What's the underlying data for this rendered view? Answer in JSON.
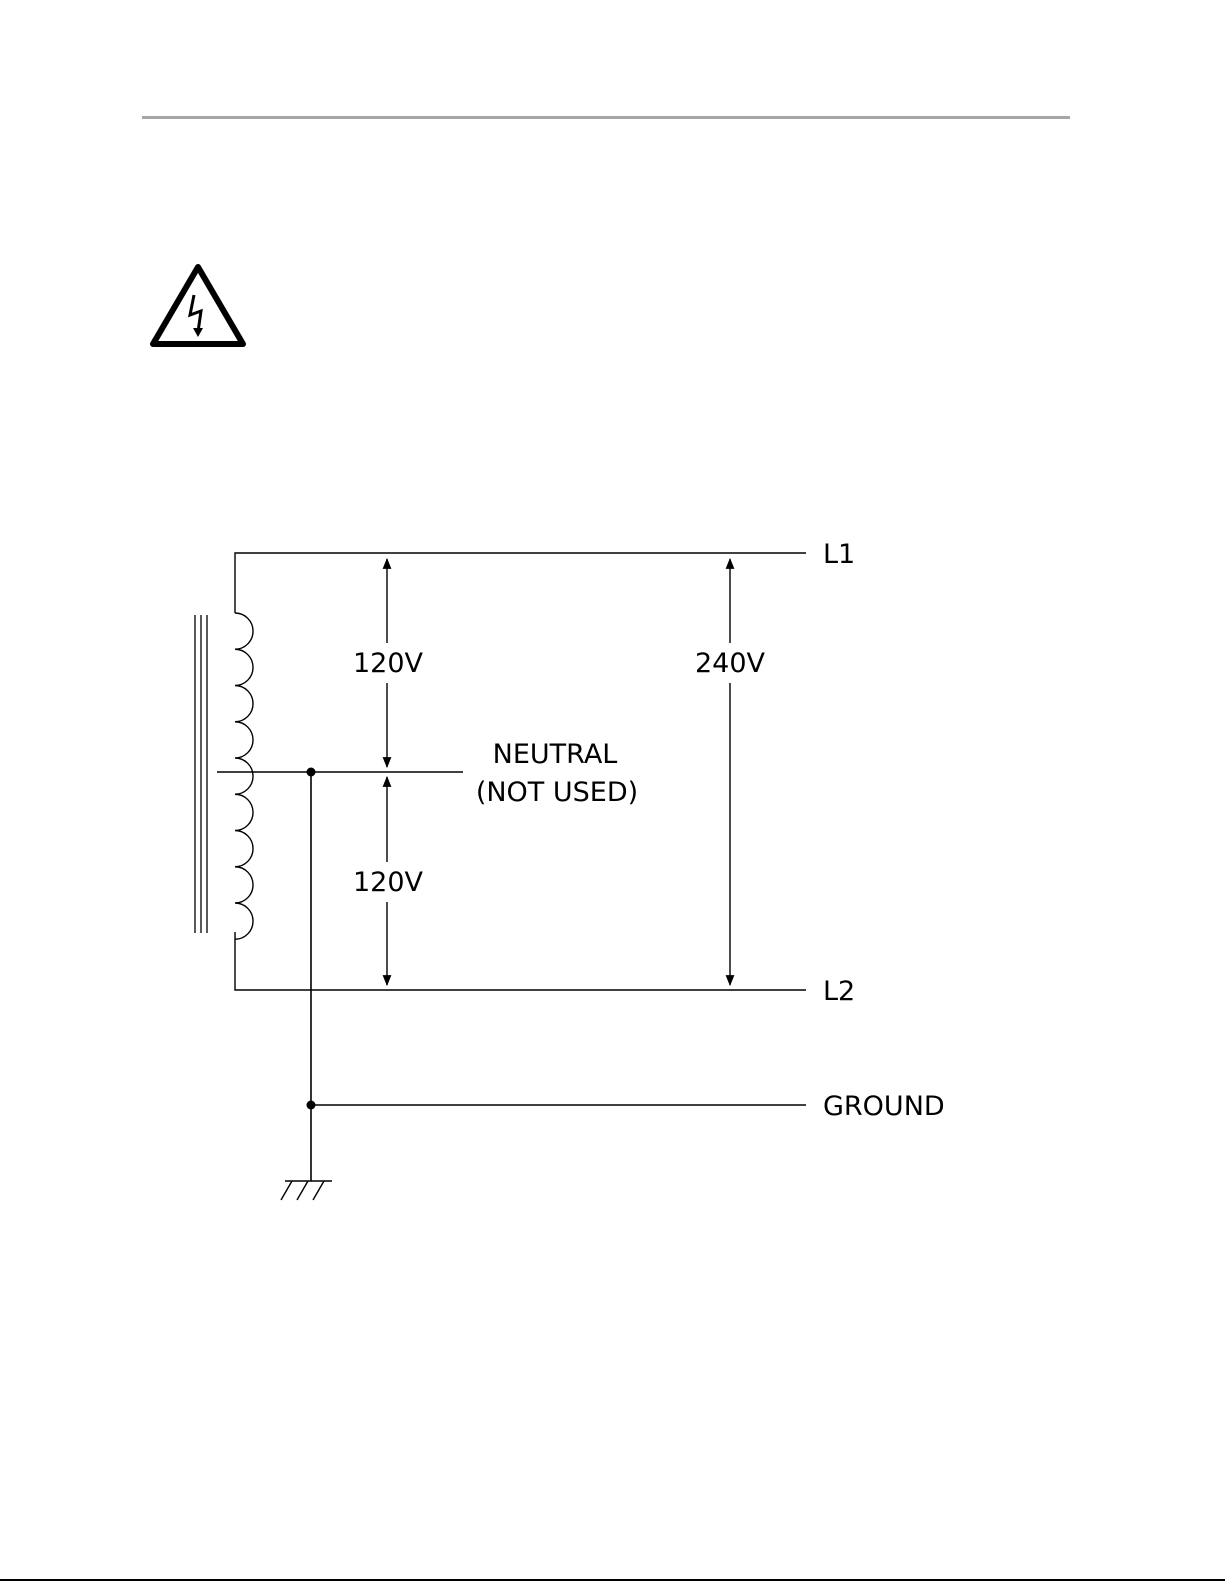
{
  "diagram": {
    "labels": {
      "l1": "L1",
      "l2": "L2",
      "ground": "GROUND",
      "voltage_top": "120V",
      "voltage_bottom": "120V",
      "voltage_total": "240V",
      "neutral_line1": "NEUTRAL",
      "neutral_line2": "(NOT USED)"
    },
    "icons": {
      "warning": "electrical-hazard-warning-icon",
      "transformer": "transformer-coil-icon",
      "ground": "earth-ground-icon"
    },
    "colors": {
      "rule": "#a6a6a6",
      "line": "#000000"
    }
  }
}
